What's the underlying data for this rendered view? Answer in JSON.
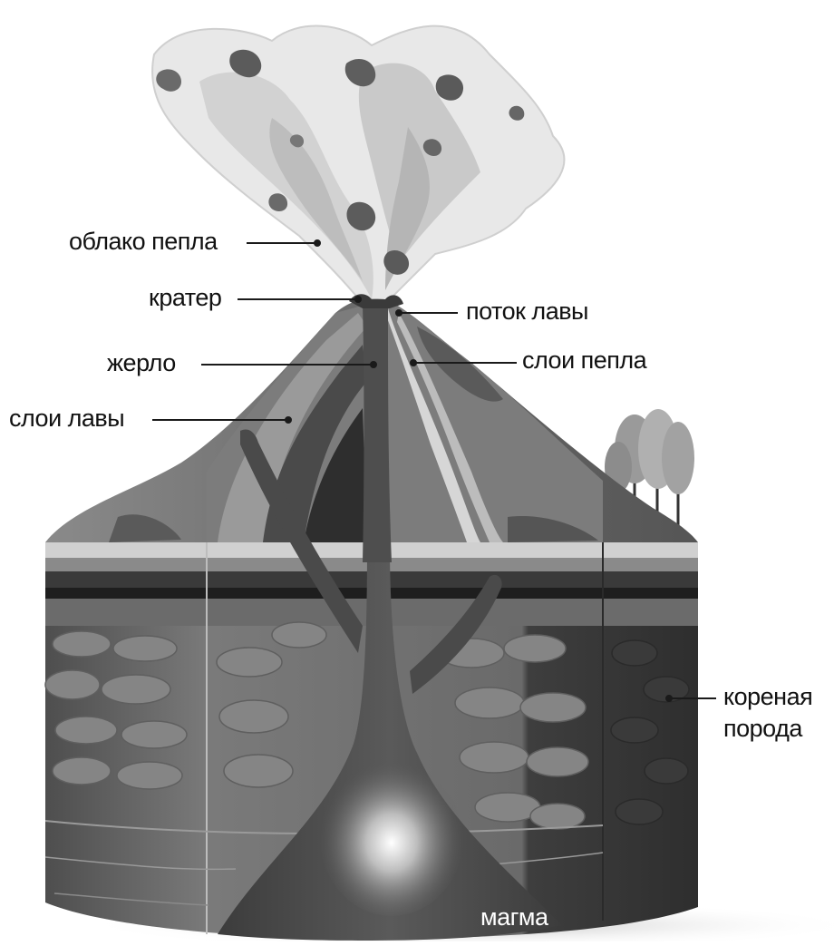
{
  "labels": {
    "ash_cloud": "облако пепла",
    "crater": "кратер",
    "lava_flow": "поток лавы",
    "vent": "жерло",
    "ash_layers": "слои пепла",
    "lava_layers": "слои лавы",
    "bedrock_line1": "кореная",
    "bedrock_line2": "порода",
    "magma": "магма"
  },
  "colors": {
    "background": "#ffffff",
    "leader_line": "#1a1a1a",
    "cloud_light": "#e6e6e6",
    "cloud_mid": "#c8c8c8",
    "cone": "#6e6e6e",
    "conduit": "#4a4a4a",
    "bedrock": "#5c5c5c",
    "magma_glow": "#f2f2f2"
  }
}
